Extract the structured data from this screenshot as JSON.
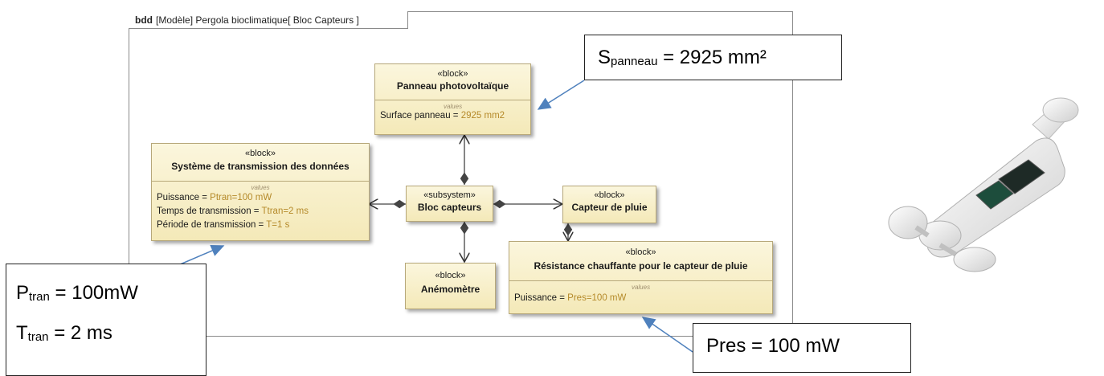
{
  "frame": {
    "kind": "bdd",
    "title": "[Modèle] Pergola bioclimatique[ Bloc Capteurs ]"
  },
  "blocks": {
    "panneau": {
      "stereotype": "«block»",
      "name": "Panneau photovoltaïque",
      "values_label": "values",
      "values": [
        {
          "label": "Surface panneau = ",
          "value": "2925 mm2"
        }
      ]
    },
    "transmission": {
      "stereotype": "«block»",
      "name": "Système de transmission des données",
      "values_label": "values",
      "values": [
        {
          "label": "Puissance = ",
          "value": "Ptran=100 mW"
        },
        {
          "label": "Temps de transmission  = ",
          "value": "Ttran=2 ms"
        },
        {
          "label": "Période de transmission = ",
          "value": "T=1 s"
        }
      ]
    },
    "capteurs": {
      "stereotype": "«subsystem»",
      "name": "Bloc capteurs"
    },
    "pluie": {
      "stereotype": "«block»",
      "name": "Capteur de pluie"
    },
    "anemometre": {
      "stereotype": "«block»",
      "name": "Anémomètre"
    },
    "resistance": {
      "stereotype": "«block»",
      "name": "Résistance chauffante pour le capteur de pluie",
      "values_label": "values",
      "values": [
        {
          "label": "Puissance = ",
          "value": "Pres=100 mW"
        }
      ]
    }
  },
  "callouts": {
    "spanneau": {
      "symbol": "S",
      "sub": "panneau",
      "rest": " = 2925 mm²"
    },
    "ptran": {
      "symbol": "P",
      "sub": "tran",
      "rest": " = 100mW"
    },
    "ttran": {
      "symbol": "T",
      "sub": "tran",
      "rest": " = 2 ms"
    },
    "pres": {
      "text": "Pres = 100 mW"
    }
  },
  "colors": {
    "block_fill": "#f4e9b8",
    "block_border": "#b7a87a",
    "value_text": "#b58a2a",
    "arrow": "#4f81bd"
  },
  "icons": {
    "sensor_illustration": "weather-sensor-anemometer-icon"
  }
}
